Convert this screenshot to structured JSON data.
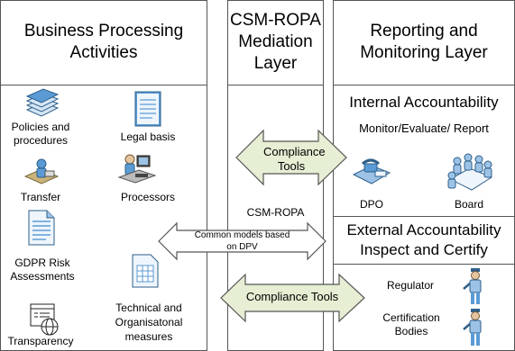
{
  "columns": {
    "left": {
      "title_line1": "Business Processing",
      "title_line2": "Activities",
      "items": [
        {
          "icon": "policies-stack-icon",
          "label_line1": "Policies and",
          "label_line2": "procedures"
        },
        {
          "icon": "legal-document-icon",
          "label_line1": "Legal basis",
          "label_line2": ""
        },
        {
          "icon": "transfer-person-icon",
          "label_line1": "Transfer",
          "label_line2": ""
        },
        {
          "icon": "processors-computer-icon",
          "label_line1": "Processors",
          "label_line2": ""
        },
        {
          "icon": "risk-document-icon",
          "label_line1": "GDPR Risk",
          "label_line2": "Assessments"
        },
        {
          "icon": "spreadsheet-icon",
          "label_line1": "Technical and",
          "label_line2": "Organisatonal",
          "label_line3": "measures"
        },
        {
          "icon": "globe-window-icon",
          "label_line1": "Transparency",
          "label_line2": ""
        }
      ]
    },
    "middle": {
      "title_line1": "CSM-ROPA",
      "title_line2": "Mediation",
      "title_line3": "Layer",
      "center_label": "CSM-ROPA"
    },
    "right": {
      "title_line1": "Reporting and",
      "title_line2": "Monitoring Layer",
      "internal": {
        "heading": "Internal Accountability",
        "subheading": "Monitor/Evaluate/ Report",
        "items": [
          {
            "icon": "dpo-phone-desk-icon",
            "label": "DPO"
          },
          {
            "icon": "board-meeting-icon",
            "label": "Board"
          }
        ]
      },
      "external": {
        "heading_line1": "External Accountability",
        "heading_line2": "Inspect and Certify",
        "items": [
          {
            "icon": "regulator-officer-icon",
            "label_line1": "Regulator",
            "label_line2": ""
          },
          {
            "icon": "certification-officer-icon",
            "label_line1": "Certification",
            "label_line2": "Bodies"
          }
        ]
      }
    }
  },
  "arrows": {
    "top_line1": "Compliance",
    "top_line2": "Tools",
    "middle_line1": "Common models based",
    "middle_line2": "on DPV",
    "bottom": "Compliance Tools"
  },
  "colors": {
    "arrow_fill": "#e6eed3",
    "arrow_stroke": "#555555",
    "icon_blue": "#5b9bd5",
    "icon_light": "#d6e6f5"
  }
}
